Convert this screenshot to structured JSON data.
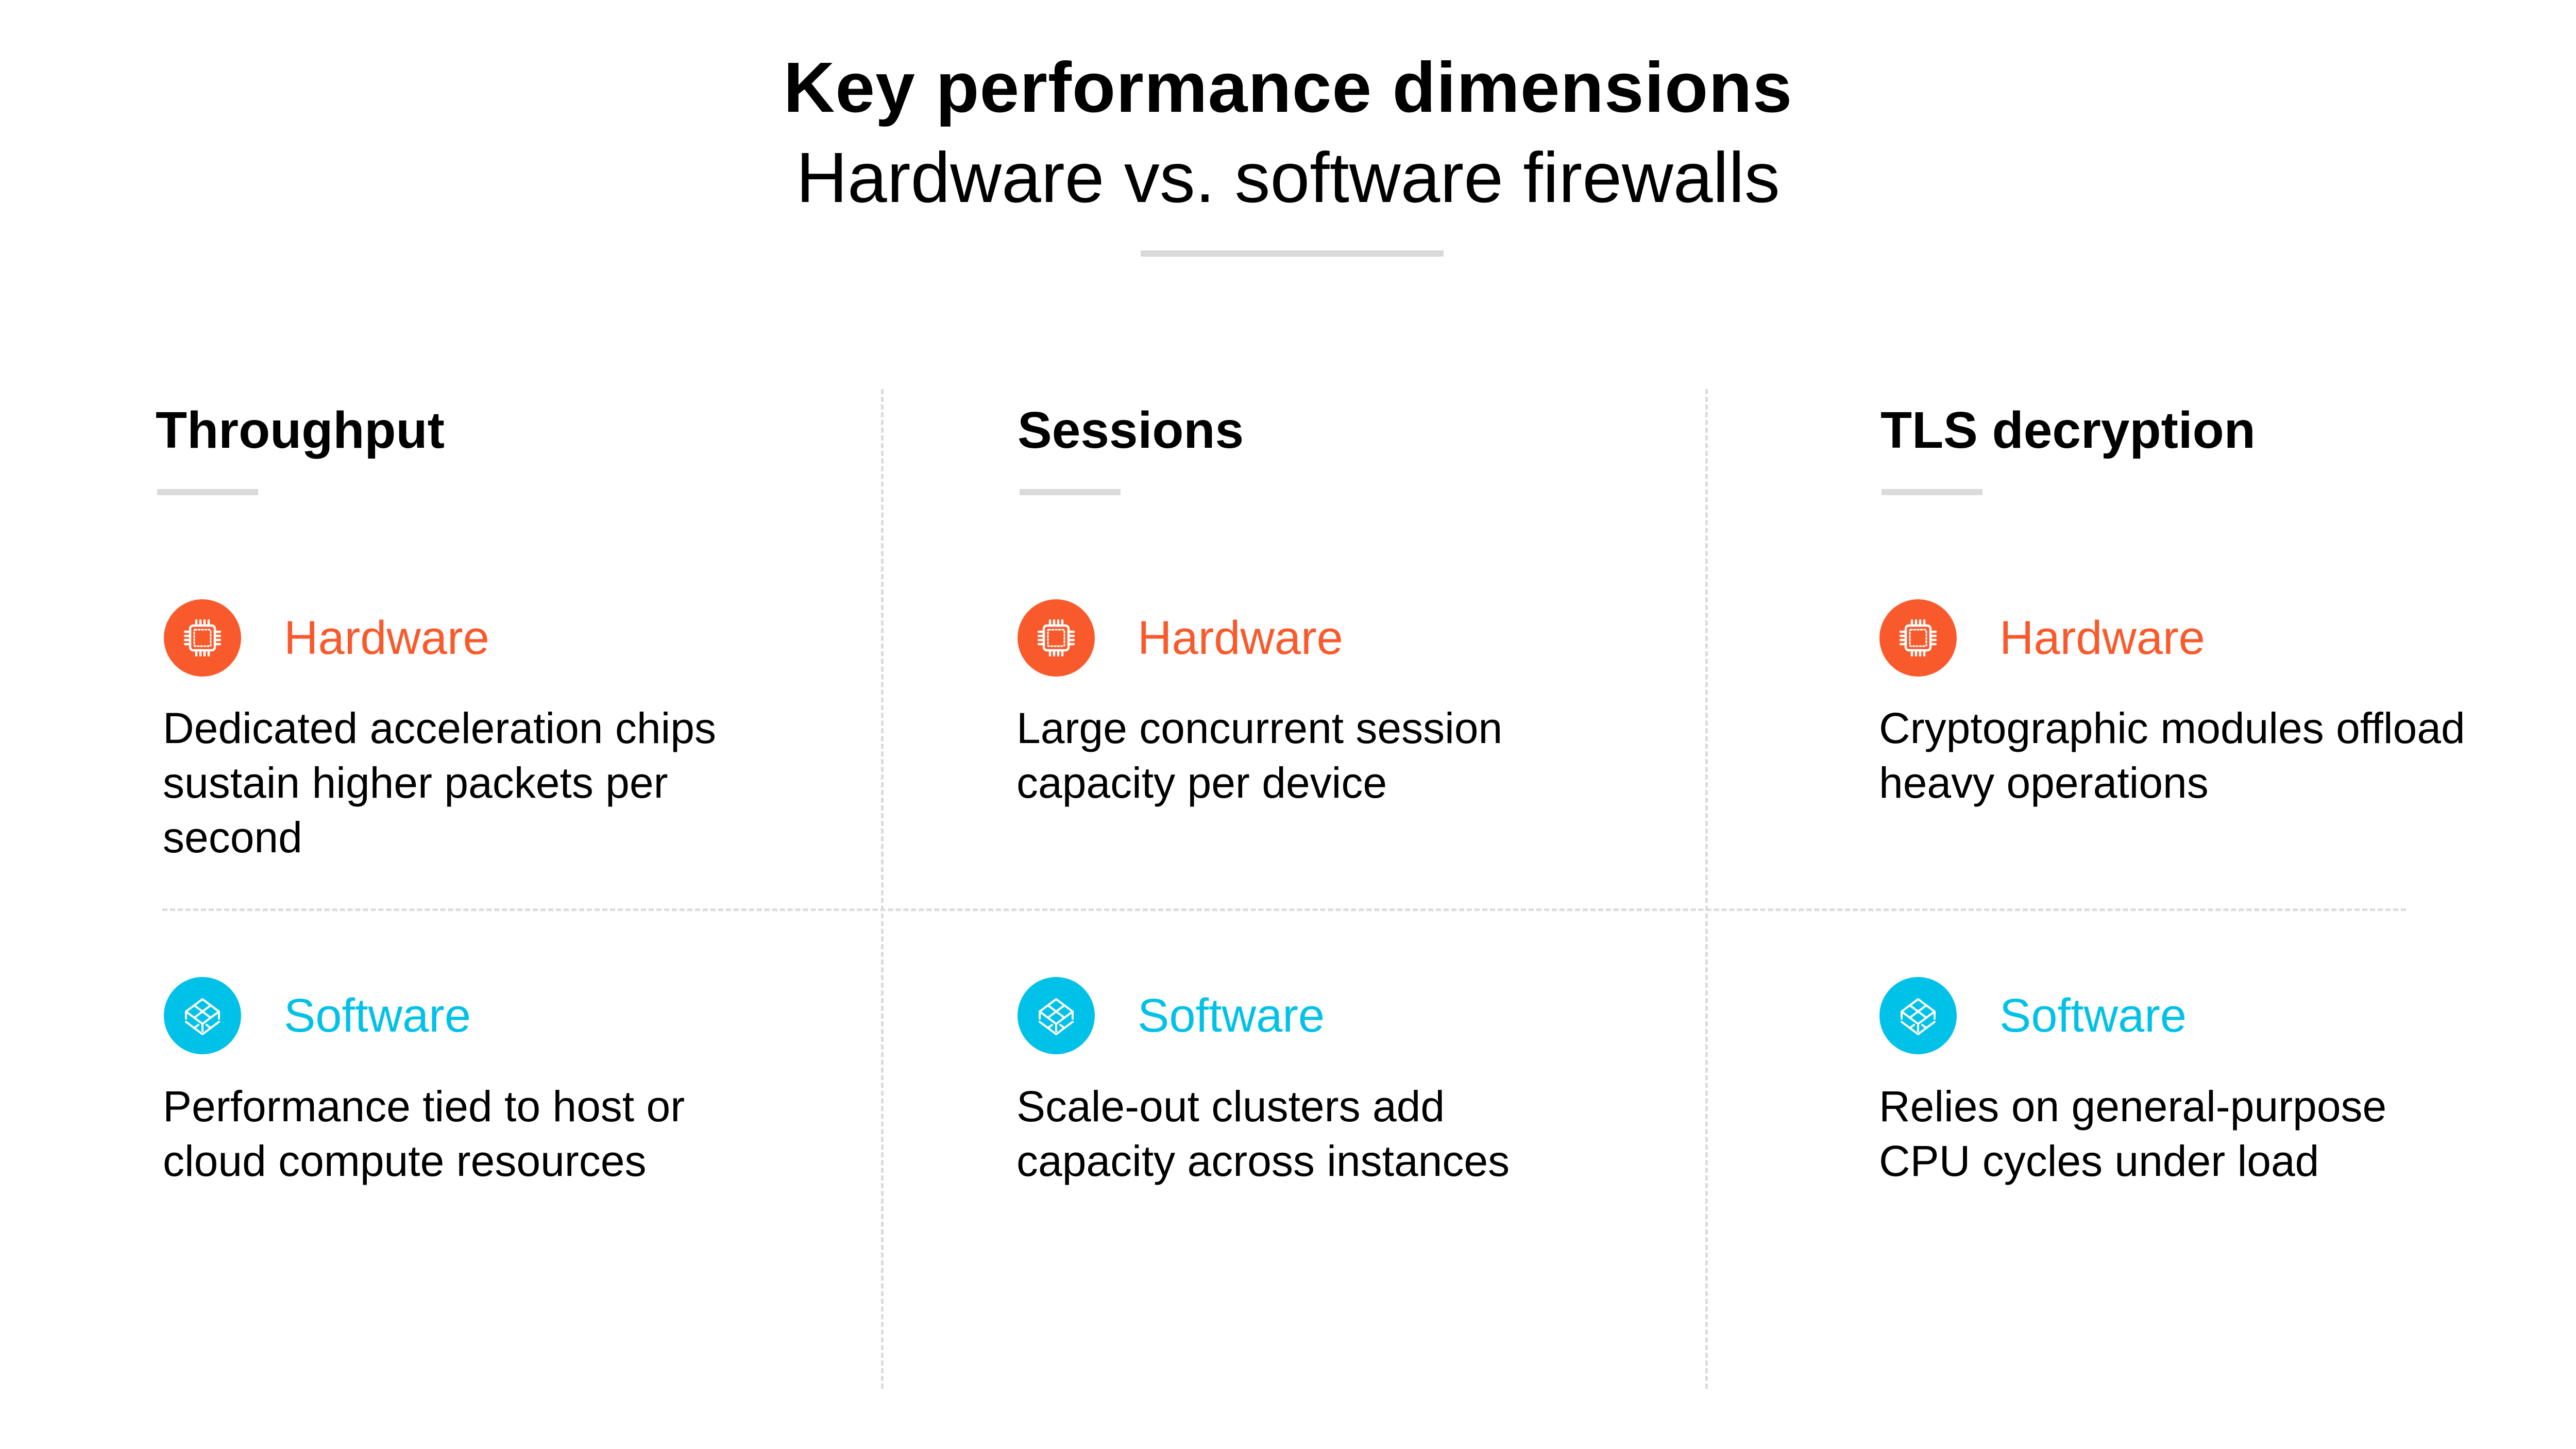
{
  "header": {
    "title": "Key performance dimensions",
    "subtitle": "Hardware vs. software firewalls"
  },
  "colors": {
    "hardware": "#F95A2C",
    "software": "#00C1E8",
    "divider": "#DCDCDC",
    "rule": "#D9D9D9",
    "text": "#000000"
  },
  "icons": {
    "hardware": "cpu-chip-icon",
    "software": "cube-grid-icon"
  },
  "columns": [
    {
      "title": "Throughput",
      "hardware": {
        "label": "Hardware",
        "description": "Dedicated acceleration chips sustain higher packets per second"
      },
      "software": {
        "label": "Software",
        "description": "Performance tied to host or cloud compute resources"
      }
    },
    {
      "title": "Sessions",
      "hardware": {
        "label": "Hardware",
        "description": "Large concurrent session capacity per device"
      },
      "software": {
        "label": "Software",
        "description": "Scale-out clusters add capacity across instances"
      }
    },
    {
      "title": "TLS decryption",
      "hardware": {
        "label": "Hardware",
        "description": "Cryptographic modules offload heavy operations"
      },
      "software": {
        "label": "Software",
        "description": "Relies on general-purpose CPU cycles under load"
      }
    }
  ]
}
